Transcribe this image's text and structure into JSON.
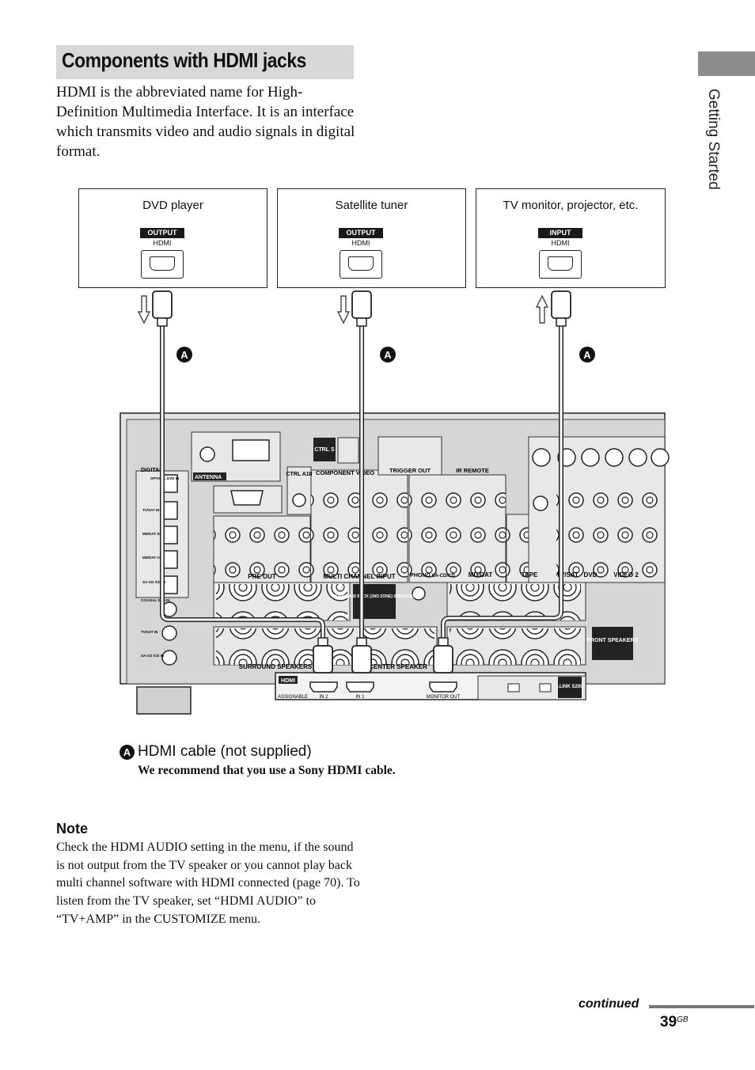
{
  "page": {
    "section_title": "Components with HDMI jacks",
    "intro": "HDMI is the abbreviated name for High-Definition Multimedia Interface. It is an interface which transmits video and audio signals in digital format.",
    "side_tab_label": "Getting Started"
  },
  "devices": [
    {
      "name": "DVD player",
      "jack_type": "OUTPUT",
      "jack_label": "HDMI",
      "signal_direction": "to receiver"
    },
    {
      "name": "Satellite tuner",
      "jack_type": "OUTPUT",
      "jack_label": "HDMI",
      "signal_direction": "to receiver"
    },
    {
      "name": "TV monitor, projector, etc.",
      "jack_type": "INPUT",
      "jack_label": "HDMI",
      "signal_direction": "from receiver"
    }
  ],
  "cable_marker": "A",
  "receiver_panel": {
    "hdmi_label": "HDMI",
    "hdmi_ports": [
      "ASSIGNABLE",
      "IN 2",
      "IN 1",
      "MONITOR OUT"
    ],
    "section_labels": [
      "ANTENNA",
      "DIGITAL",
      "PRE OUT",
      "MULTI CHANNEL INPUT",
      "COMPONENT VIDEO",
      "TRIGGER OUT",
      "IR REMOTE",
      "PHONO",
      "SA-CD/CD",
      "MD/DAT",
      "TAPE",
      "TV/SAT",
      "DVD",
      "VIDEO 2",
      "SURROUND SPEAKERS",
      "CENTER SPEAKER",
      "FRONT SPEAKERS",
      "SURROUND BACK (2ND ZONE) SPEAKERS",
      "CTRL S",
      "CTRL A1II",
      "i.LINK S200"
    ],
    "digital_inputs": [
      "OPTICAL DVD IN",
      "TV/SAT IN",
      "MD/DAT IN",
      "MD/DAT OUT",
      "SA-CD /CD IN",
      "COAXIAL DVD IN",
      "TV/SAT IN",
      "SA-CD /CD IN"
    ]
  },
  "legend": {
    "marker": "A",
    "label": "HDMI cable (not supplied)",
    "recommendation": "We recommend that you use a Sony HDMI cable."
  },
  "note": {
    "heading": "Note",
    "body": "Check the HDMI AUDIO setting in the menu, if the sound is not output from the TV speaker or you cannot play back multi channel software with HDMI connected (page 70). To listen from the TV speaker, set “HDMI AUDIO” to “TV+AMP” in the CUSTOMIZE menu."
  },
  "footer": {
    "continued": "continued",
    "page_number": "39",
    "page_suffix": "GB"
  }
}
